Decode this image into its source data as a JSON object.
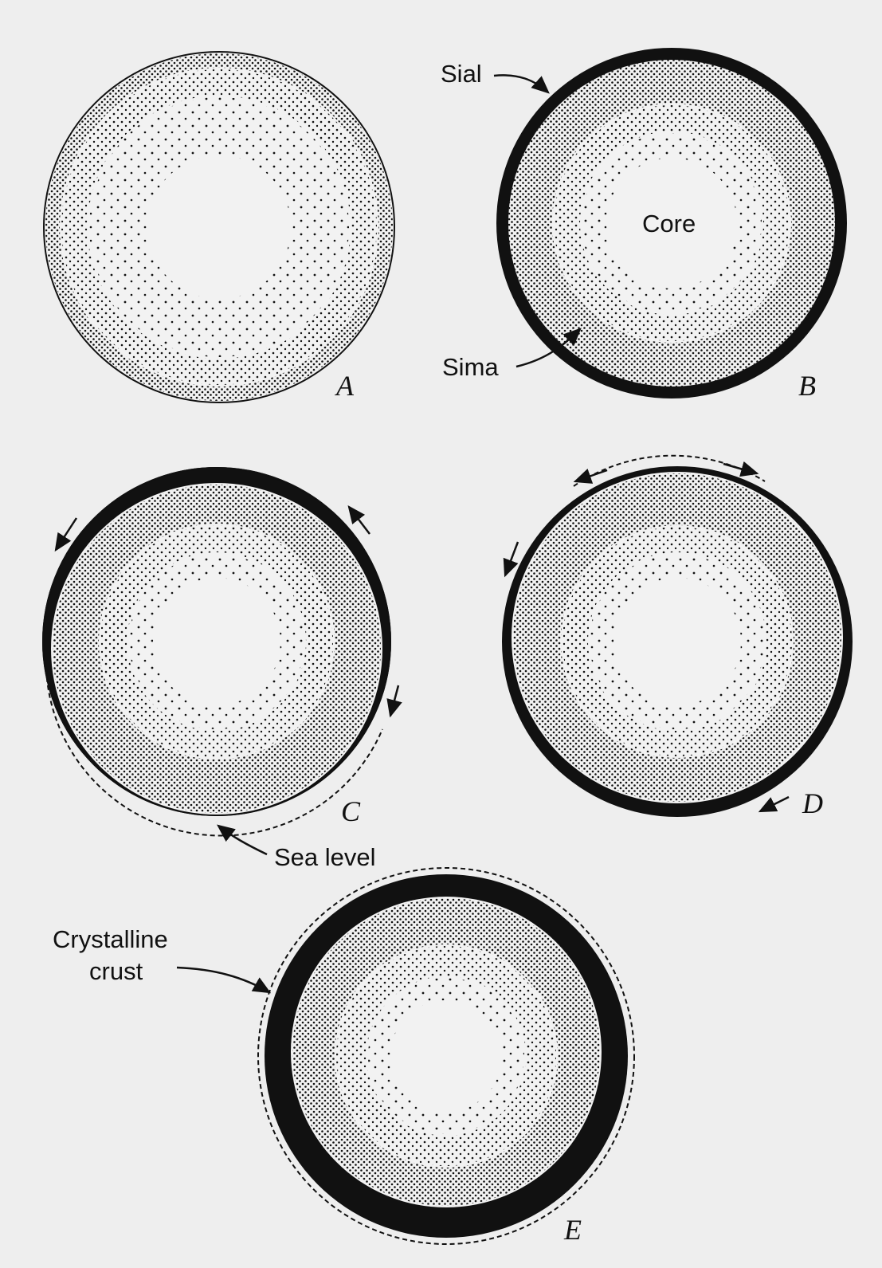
{
  "colors": {
    "paper": "#eeeeee",
    "ink": "#111111"
  },
  "panels": [
    {
      "letter": "A",
      "shows": "undifferentiated sphere"
    },
    {
      "letter": "B",
      "shows": "sial, sima and core layers"
    },
    {
      "letter": "C",
      "shows": "sial shifting toward one side"
    },
    {
      "letter": "D",
      "shows": "sial dispersed into continents"
    },
    {
      "letter": "E",
      "shows": "crystalline crust around the globe"
    }
  ],
  "labels": {
    "sial": "Sial",
    "core": "Core",
    "sima": "Sima",
    "sea_level": "Sea level",
    "crystalline": "Crystalline",
    "crust": "crust"
  }
}
